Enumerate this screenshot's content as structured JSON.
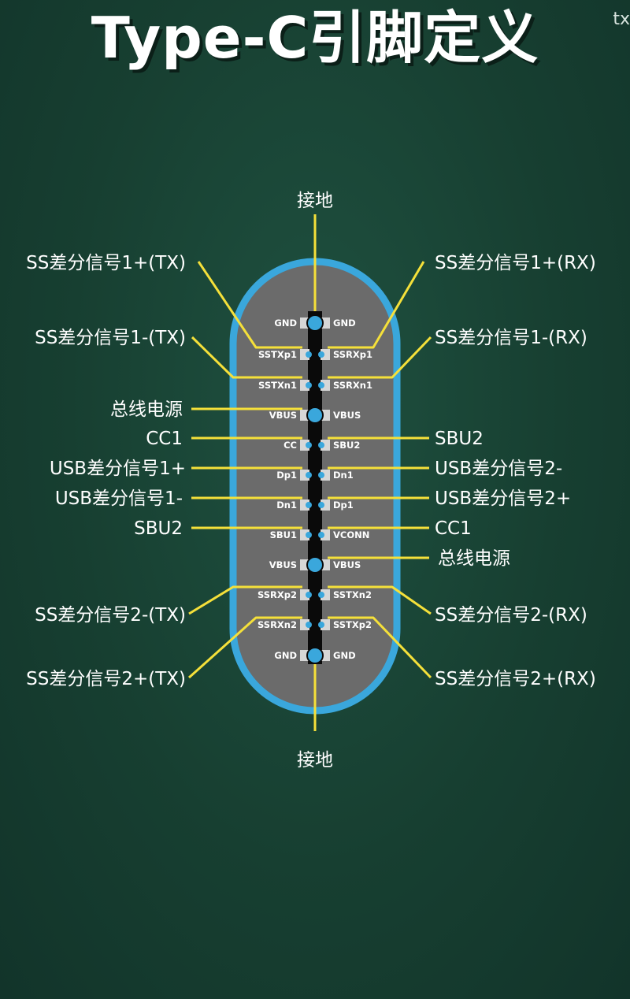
{
  "title": "Type-C引脚定义",
  "corner_text": "tx",
  "colors": {
    "background": "#173f31",
    "connector_border": "#3aa7dc",
    "connector_fill": "#6b6b6b",
    "leader_line": "#f5e03a",
    "pad": "#d7d7d7",
    "pin_center": "#3aa7dc",
    "spine": "#0a0a0a"
  },
  "top_label": "接地",
  "bottom_label": "接地",
  "rows": [
    {
      "left_pin": "GND",
      "right_pin": "GND"
    },
    {
      "left_pin": "SSTXp1",
      "right_pin": "SSRXp1"
    },
    {
      "left_pin": "SSTXn1",
      "right_pin": "SSRXn1"
    },
    {
      "left_pin": "VBUS",
      "right_pin": "VBUS"
    },
    {
      "left_pin": "CC",
      "right_pin": "SBU2"
    },
    {
      "left_pin": "Dp1",
      "right_pin": "Dn1"
    },
    {
      "left_pin": "Dn1",
      "right_pin": "Dp1"
    },
    {
      "left_pin": "SBU1",
      "right_pin": "VCONN"
    },
    {
      "left_pin": "VBUS",
      "right_pin": "VBUS"
    },
    {
      "left_pin": "SSRXp2",
      "right_pin": "SSTXn2"
    },
    {
      "left_pin": "SSRXn2",
      "right_pin": "SSTXp2"
    },
    {
      "left_pin": "GND",
      "right_pin": "GND"
    }
  ],
  "left_signals": [
    {
      "label": "SS差分信号1+(TX)",
      "row": 1
    },
    {
      "label": "SS差分信号1-(TX)",
      "row": 2
    },
    {
      "label": "总线电源",
      "row": 3
    },
    {
      "label": "CC1",
      "row": 4
    },
    {
      "label": "USB差分信号1+",
      "row": 5
    },
    {
      "label": "USB差分信号1-",
      "row": 6
    },
    {
      "label": "SBU2",
      "row": 7
    },
    {
      "label": "SS差分信号2-(TX)",
      "row": 9
    },
    {
      "label": "SS差分信号2+(TX)",
      "row": 10
    }
  ],
  "right_signals": [
    {
      "label": "SS差分信号1+(RX)",
      "row": 1
    },
    {
      "label": "SS差分信号1-(RX)",
      "row": 2
    },
    {
      "label": "SBU2",
      "row": 4
    },
    {
      "label": "USB差分信号2-",
      "row": 5
    },
    {
      "label": "USB差分信号2+",
      "row": 6
    },
    {
      "label": "CC1",
      "row": 7
    },
    {
      "label": "总线电源",
      "row": 8
    },
    {
      "label": "SS差分信号2-(RX)",
      "row": 9
    },
    {
      "label": "SS差分信号2+(RX)",
      "row": 10
    }
  ]
}
